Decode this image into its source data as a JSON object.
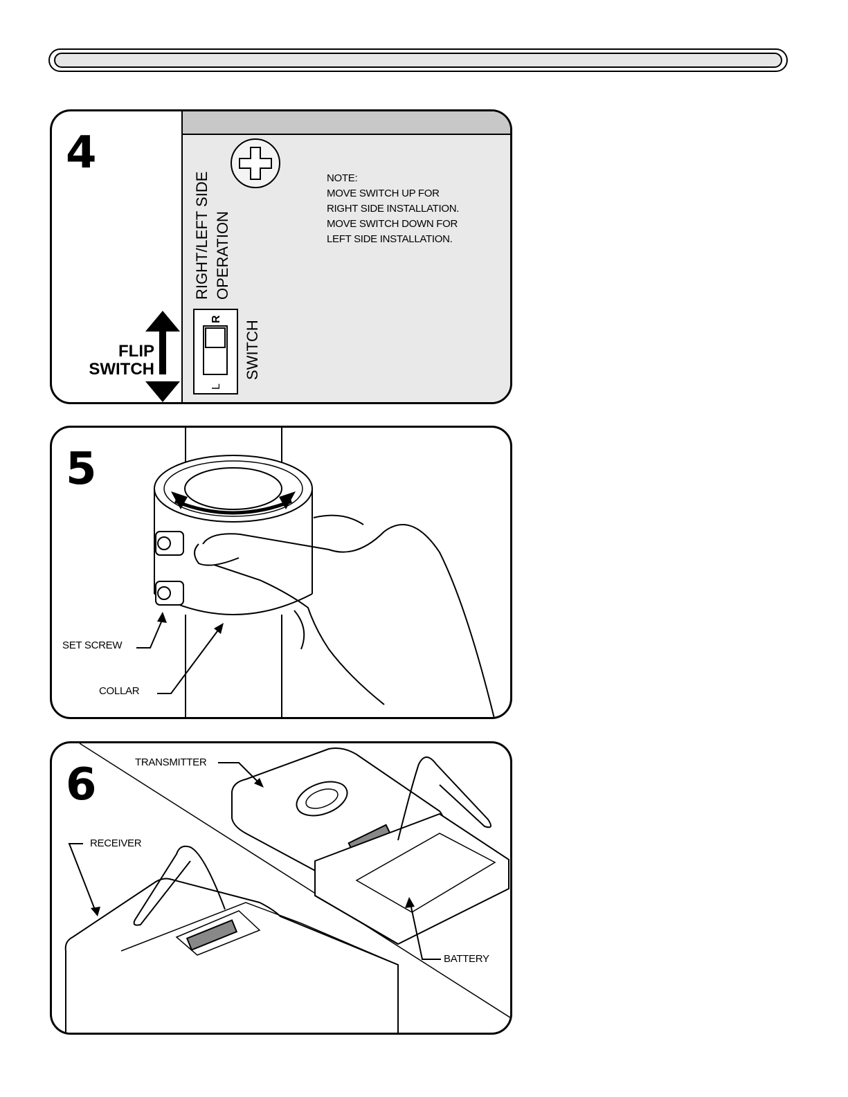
{
  "step4": {
    "number": "4",
    "note_lines": [
      "NOTE:",
      "MOVE SWITCH UP FOR",
      "RIGHT SIDE INSTALLATION.",
      "MOVE SWITCH DOWN FOR",
      "LEFT SIDE INSTALLATION."
    ],
    "vertical_label_1": "RIGHT/LEFT SIDE",
    "vertical_label_2": "OPERATION",
    "switch_label": "SWITCH",
    "switch_r": "R",
    "switch_l": "L",
    "flip_label_1": "FLIP",
    "flip_label_2": "SWITCH"
  },
  "step5": {
    "number": "5",
    "set_screw_label": "SET SCREW",
    "collar_label": "COLLAR"
  },
  "step6": {
    "number": "6",
    "transmitter_label": "TRANSMITTER",
    "receiver_label": "RECEIVER",
    "battery_label": "BATTERY"
  }
}
